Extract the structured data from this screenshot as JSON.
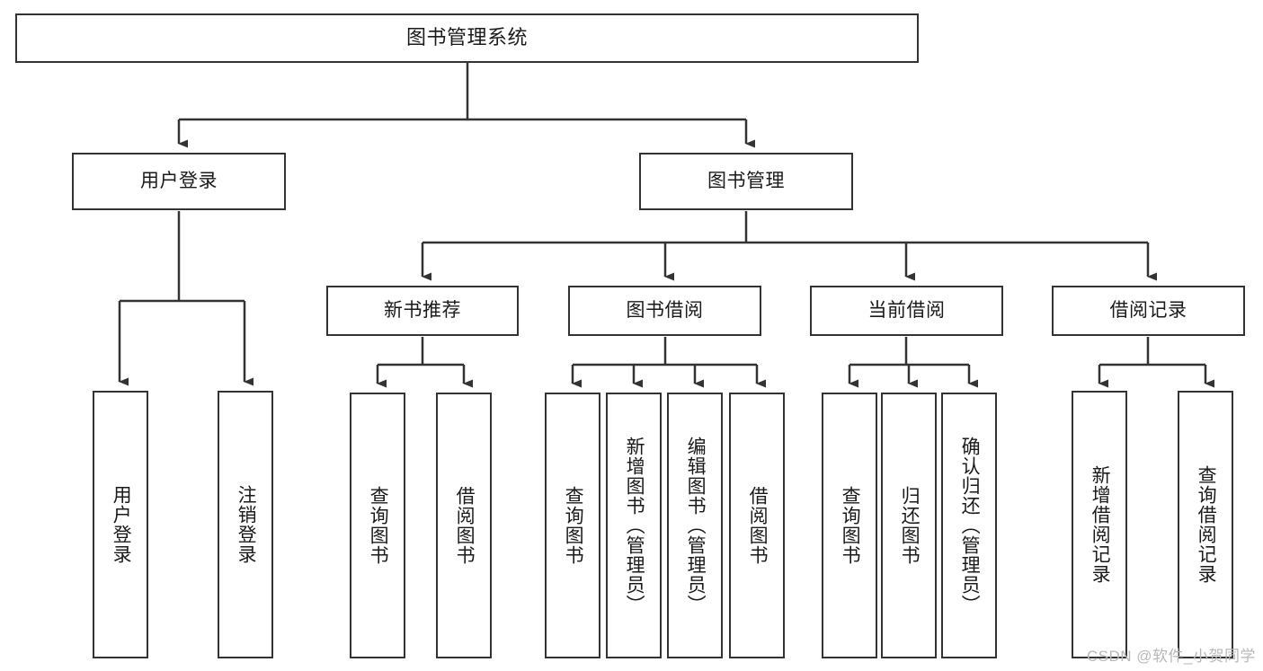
{
  "diagram": {
    "type": "tree-hierarchy",
    "title": "图书管理系统",
    "root": {
      "id": "root",
      "label": "图书管理系统",
      "orientation": "horizontal"
    },
    "level2": [
      {
        "id": "user-login",
        "label": "用户登录",
        "orientation": "horizontal"
      },
      {
        "id": "book-management",
        "label": "图书管理",
        "orientation": "horizontal"
      }
    ],
    "level3": [
      {
        "id": "new-book-recommend",
        "label": "新书推荐",
        "orientation": "horizontal",
        "parent": "book-management"
      },
      {
        "id": "book-borrow",
        "label": "图书借阅",
        "orientation": "horizontal",
        "parent": "book-management"
      },
      {
        "id": "current-borrow",
        "label": "当前借阅",
        "orientation": "horizontal",
        "parent": "book-management"
      },
      {
        "id": "borrow-record",
        "label": "借阅记录",
        "orientation": "horizontal",
        "parent": "book-management"
      }
    ],
    "leaves": [
      {
        "id": "leaf-user-login",
        "label": "用户登录",
        "parent": "user-login"
      },
      {
        "id": "leaf-user-logout",
        "label": "注销登录",
        "parent": "user-login"
      },
      {
        "id": "leaf-query-book-1",
        "label": "查询图书",
        "parent": "new-book-recommend"
      },
      {
        "id": "leaf-borrow-book-1",
        "label": "借阅图书",
        "parent": "new-book-recommend"
      },
      {
        "id": "leaf-query-book-2",
        "label": "查询图书",
        "parent": "book-borrow"
      },
      {
        "id": "leaf-add-book",
        "label": "新增图书（管理员）",
        "parent": "book-borrow"
      },
      {
        "id": "leaf-edit-book",
        "label": "编辑图书（管理员）",
        "parent": "book-borrow"
      },
      {
        "id": "leaf-borrow-book-2",
        "label": "借阅图书",
        "parent": "book-borrow"
      },
      {
        "id": "leaf-query-book-3",
        "label": "查询图书",
        "parent": "current-borrow"
      },
      {
        "id": "leaf-return-book",
        "label": "归还图书",
        "parent": "current-borrow"
      },
      {
        "id": "leaf-confirm-return",
        "label": "确认归还（管理员）",
        "parent": "current-borrow"
      },
      {
        "id": "leaf-add-record",
        "label": "新增借阅记录",
        "parent": "borrow-record"
      },
      {
        "id": "leaf-query-record",
        "label": "查询借阅记录",
        "parent": "borrow-record"
      }
    ],
    "colors": {
      "box_border": "#333333",
      "box_fill": "#ffffff",
      "connector": "#333333",
      "text": "#1a1a1a",
      "watermark": "#b8b8b8"
    }
  },
  "watermark": {
    "text": "CSDN @软件_小贺同学"
  }
}
